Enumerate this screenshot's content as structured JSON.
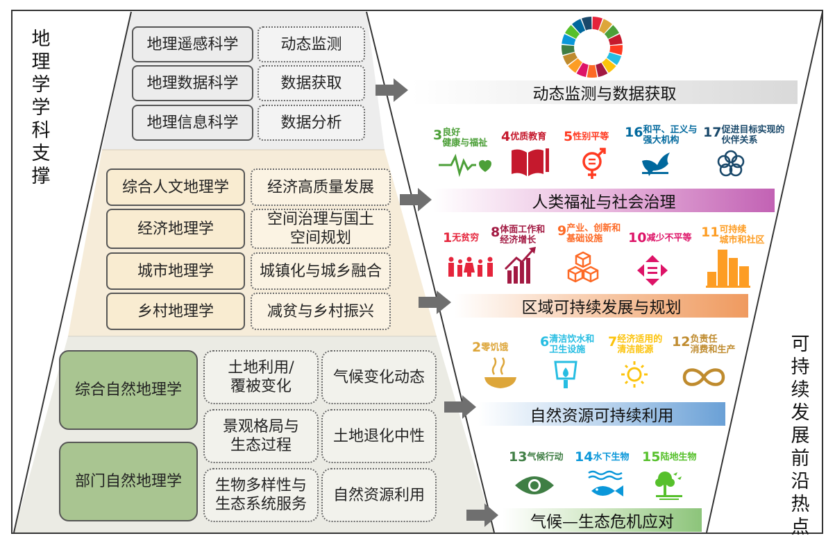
{
  "left_title": "地理学学科支撑",
  "right_title": "可持续发展前沿热点",
  "colors": {
    "arrow": "#6f6f6f",
    "tier_grey": "#ededed",
    "tier_tan": "#f6ecd9",
    "tier_green": "#ebebe4",
    "green_box": "#a9c591"
  },
  "section1": {
    "disciplines": [
      "地理遥感科学",
      "地理数据科学",
      "地理信息科学"
    ],
    "topics": [
      "动态监测",
      "数据获取",
      "数据分析"
    ],
    "banner": "动态监测与数据获取"
  },
  "section2": {
    "disciplines": [
      "综合人文地理学",
      "经济地理学",
      "城市地理学",
      "乡村地理学"
    ],
    "topics": [
      "经济高质量发展",
      "空间治理与国土空间规划",
      "城镇化与城乡融合",
      "减贫与乡村振兴"
    ],
    "topic2_line1": "空间治理与国土",
    "topic2_line2": "空间规划",
    "banner": "人类福祉与社会治理",
    "goals": [
      {
        "num": "3",
        "line1": "良好",
        "line2": "健康与福祉",
        "color": "#4c9f38",
        "icon": "heartbeat-icon"
      },
      {
        "num": "4",
        "line1": "优质教育",
        "line2": "",
        "color": "#c5192d",
        "icon": "book-icon"
      },
      {
        "num": "5",
        "line1": "性别平等",
        "line2": "",
        "color": "#ff3a21",
        "icon": "gender-equality-icon"
      },
      {
        "num": "16",
        "line1": "和平、正义与",
        "line2": "强大机构",
        "color": "#00689d",
        "icon": "dove-icon"
      },
      {
        "num": "17",
        "line1": "促进目标实现的",
        "line2": "伙伴关系",
        "color": "#19486a",
        "icon": "partnership-flower-icon"
      }
    ]
  },
  "section3": {
    "banner": "区域可持续发展与规划",
    "goals": [
      {
        "num": "1",
        "line1": "无贫穷",
        "line2": "",
        "color": "#e5243b",
        "icon": "family-icon"
      },
      {
        "num": "8",
        "line1": "体面工作和",
        "line2": "经济增长",
        "color": "#a21942",
        "icon": "growth-chart-icon"
      },
      {
        "num": "9",
        "line1": "产业、创新和",
        "line2": "基础设施",
        "color": "#fd6925",
        "icon": "cubes-icon"
      },
      {
        "num": "10",
        "line1": "减少不平等",
        "line2": "",
        "color": "#dd1367",
        "icon": "equality-arrows-icon"
      },
      {
        "num": "11",
        "line1": "可持续",
        "line2": "城市和社区",
        "color": "#fd9d24",
        "icon": "city-icon"
      }
    ]
  },
  "section4": {
    "disciplines": [
      "综合自然地理学",
      "部门自然地理学"
    ],
    "topics": [
      "土地利用/覆被变化",
      "气候变化动态",
      "景观格局与生态过程",
      "土地退化中性",
      "生物多样性与生态系统服务",
      "自然资源利用"
    ],
    "topic1_line1": "土地利用/",
    "topic1_line2": "覆被变化",
    "topic3_line1": "景观格局与",
    "topic3_line2": "生态过程",
    "topic5_line1": "生物多样性与",
    "topic5_line2": "生态系统服务",
    "banner": "自然资源可持续利用",
    "goals": [
      {
        "num": "2",
        "line1": "零饥饿",
        "line2": "",
        "color": "#dda63a",
        "icon": "bowl-icon"
      },
      {
        "num": "6",
        "line1": "清洁饮水和",
        "line2": "卫生设施",
        "color": "#26bde2",
        "icon": "water-drop-icon"
      },
      {
        "num": "7",
        "line1": "经济适用的",
        "line2": "清洁能源",
        "color": "#fcc30b",
        "icon": "sun-power-icon"
      },
      {
        "num": "12",
        "line1": "负责任",
        "line2": "消费和生产",
        "color": "#bf8b2e",
        "icon": "infinity-icon"
      }
    ]
  },
  "section5": {
    "banner": "气候—生态危机应对",
    "goals": [
      {
        "num": "13",
        "line1": "气候行动",
        "line2": "",
        "color": "#3f7e44",
        "icon": "eye-globe-icon"
      },
      {
        "num": "14",
        "line1": "水下生物",
        "line2": "",
        "color": "#0a97d9",
        "icon": "fish-icon"
      },
      {
        "num": "15",
        "line1": "陆地生物",
        "line2": "",
        "color": "#56c02b",
        "icon": "tree-icon"
      }
    ]
  },
  "sdg_wheel_colors": [
    "#e5243b",
    "#dda63a",
    "#4c9f38",
    "#c5192d",
    "#ff3a21",
    "#26bde2",
    "#fcc30b",
    "#a21942",
    "#fd6925",
    "#dd1367",
    "#fd9d24",
    "#bf8b2e",
    "#3f7e44",
    "#0a97d9",
    "#56c02b",
    "#00689d",
    "#19486a"
  ]
}
